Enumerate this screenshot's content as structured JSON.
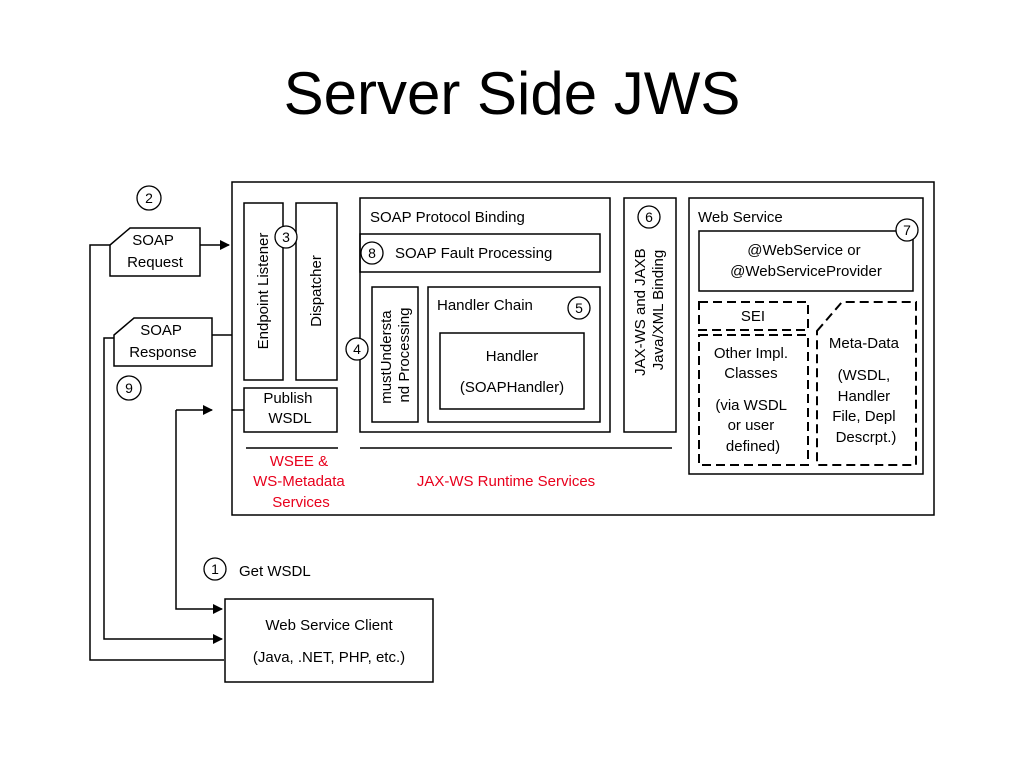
{
  "slide": {
    "title": "Server Side JWS"
  },
  "diagram": {
    "markers": [
      "1",
      "2",
      "3",
      "4",
      "5",
      "6",
      "7",
      "8",
      "9"
    ],
    "soap_request": [
      "SOAP",
      "Request"
    ],
    "soap_response": [
      "SOAP",
      "Response"
    ],
    "endpoint_listener": "Endpoint Listener",
    "dispatcher": "Dispatcher",
    "publish_wsdl": [
      "Publish",
      "WSDL"
    ],
    "soap_protocol_binding": "SOAP Protocol Binding",
    "soap_fault_processing": "SOAP Fault Processing",
    "must_understand": [
      "mustUndersta",
      "nd Processing"
    ],
    "handler_chain": "Handler Chain",
    "handler": "Handler",
    "soap_handler": "(SOAPHandler)",
    "jaxws_binding": [
      "JAX-WS and JAXB",
      "Java/XML Binding"
    ],
    "web_service": "Web Service",
    "webservice_annotation": [
      "@WebService or",
      "@WebServiceProvider"
    ],
    "sei": "SEI",
    "other_impl": [
      "Other Impl.",
      "Classes",
      "(via WSDL",
      "or user",
      "defined)"
    ],
    "meta_data": [
      "Meta-Data",
      "(WSDL,",
      "Handler",
      "File, Depl",
      "Descrpt.)"
    ],
    "wsee_services": [
      "WSEE &",
      "WS-Metadata",
      "Services"
    ],
    "jaxws_runtime": "JAX-WS Runtime Services",
    "get_wsdl": "Get WSDL",
    "client": [
      "Web Service Client",
      "(Java, .NET, PHP, etc.)"
    ],
    "accent_color": "#e8001c"
  }
}
